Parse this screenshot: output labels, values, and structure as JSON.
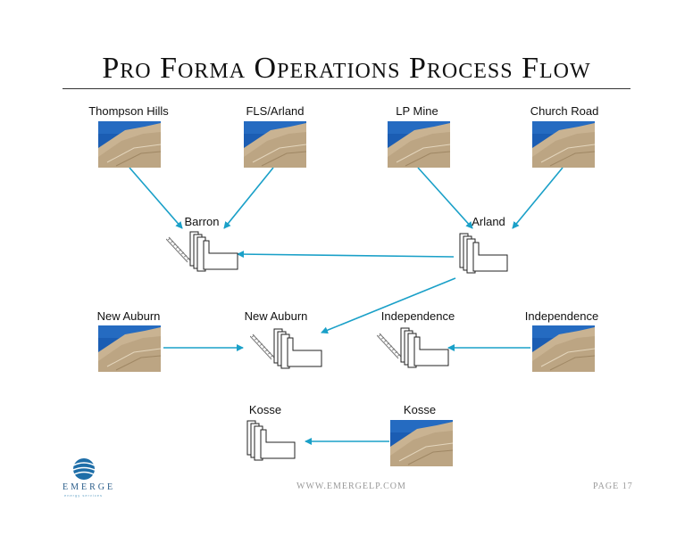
{
  "title": "Pro Forma Operations Process Flow",
  "colors": {
    "arrow": "#1aa0c8",
    "sky": "#1b5db3",
    "sand": "#c9b392"
  },
  "sites": [
    {
      "label": "Thompson Hills"
    },
    {
      "label": "FLS/Arland"
    },
    {
      "label": "LP Mine"
    },
    {
      "label": "Church Road"
    },
    {
      "label": "New Auburn"
    },
    {
      "label": "Independence"
    },
    {
      "label": "Kosse"
    }
  ],
  "plants": [
    {
      "label": "Barron"
    },
    {
      "label": "Arland"
    },
    {
      "label": "New Auburn"
    },
    {
      "label": "Independence"
    },
    {
      "label": "Kosse"
    }
  ],
  "footer": {
    "url": "WWW.EMERGELP.COM",
    "page": "PAGE 17"
  },
  "logo": {
    "word": "EMERGE",
    "subtext": "energy services"
  }
}
